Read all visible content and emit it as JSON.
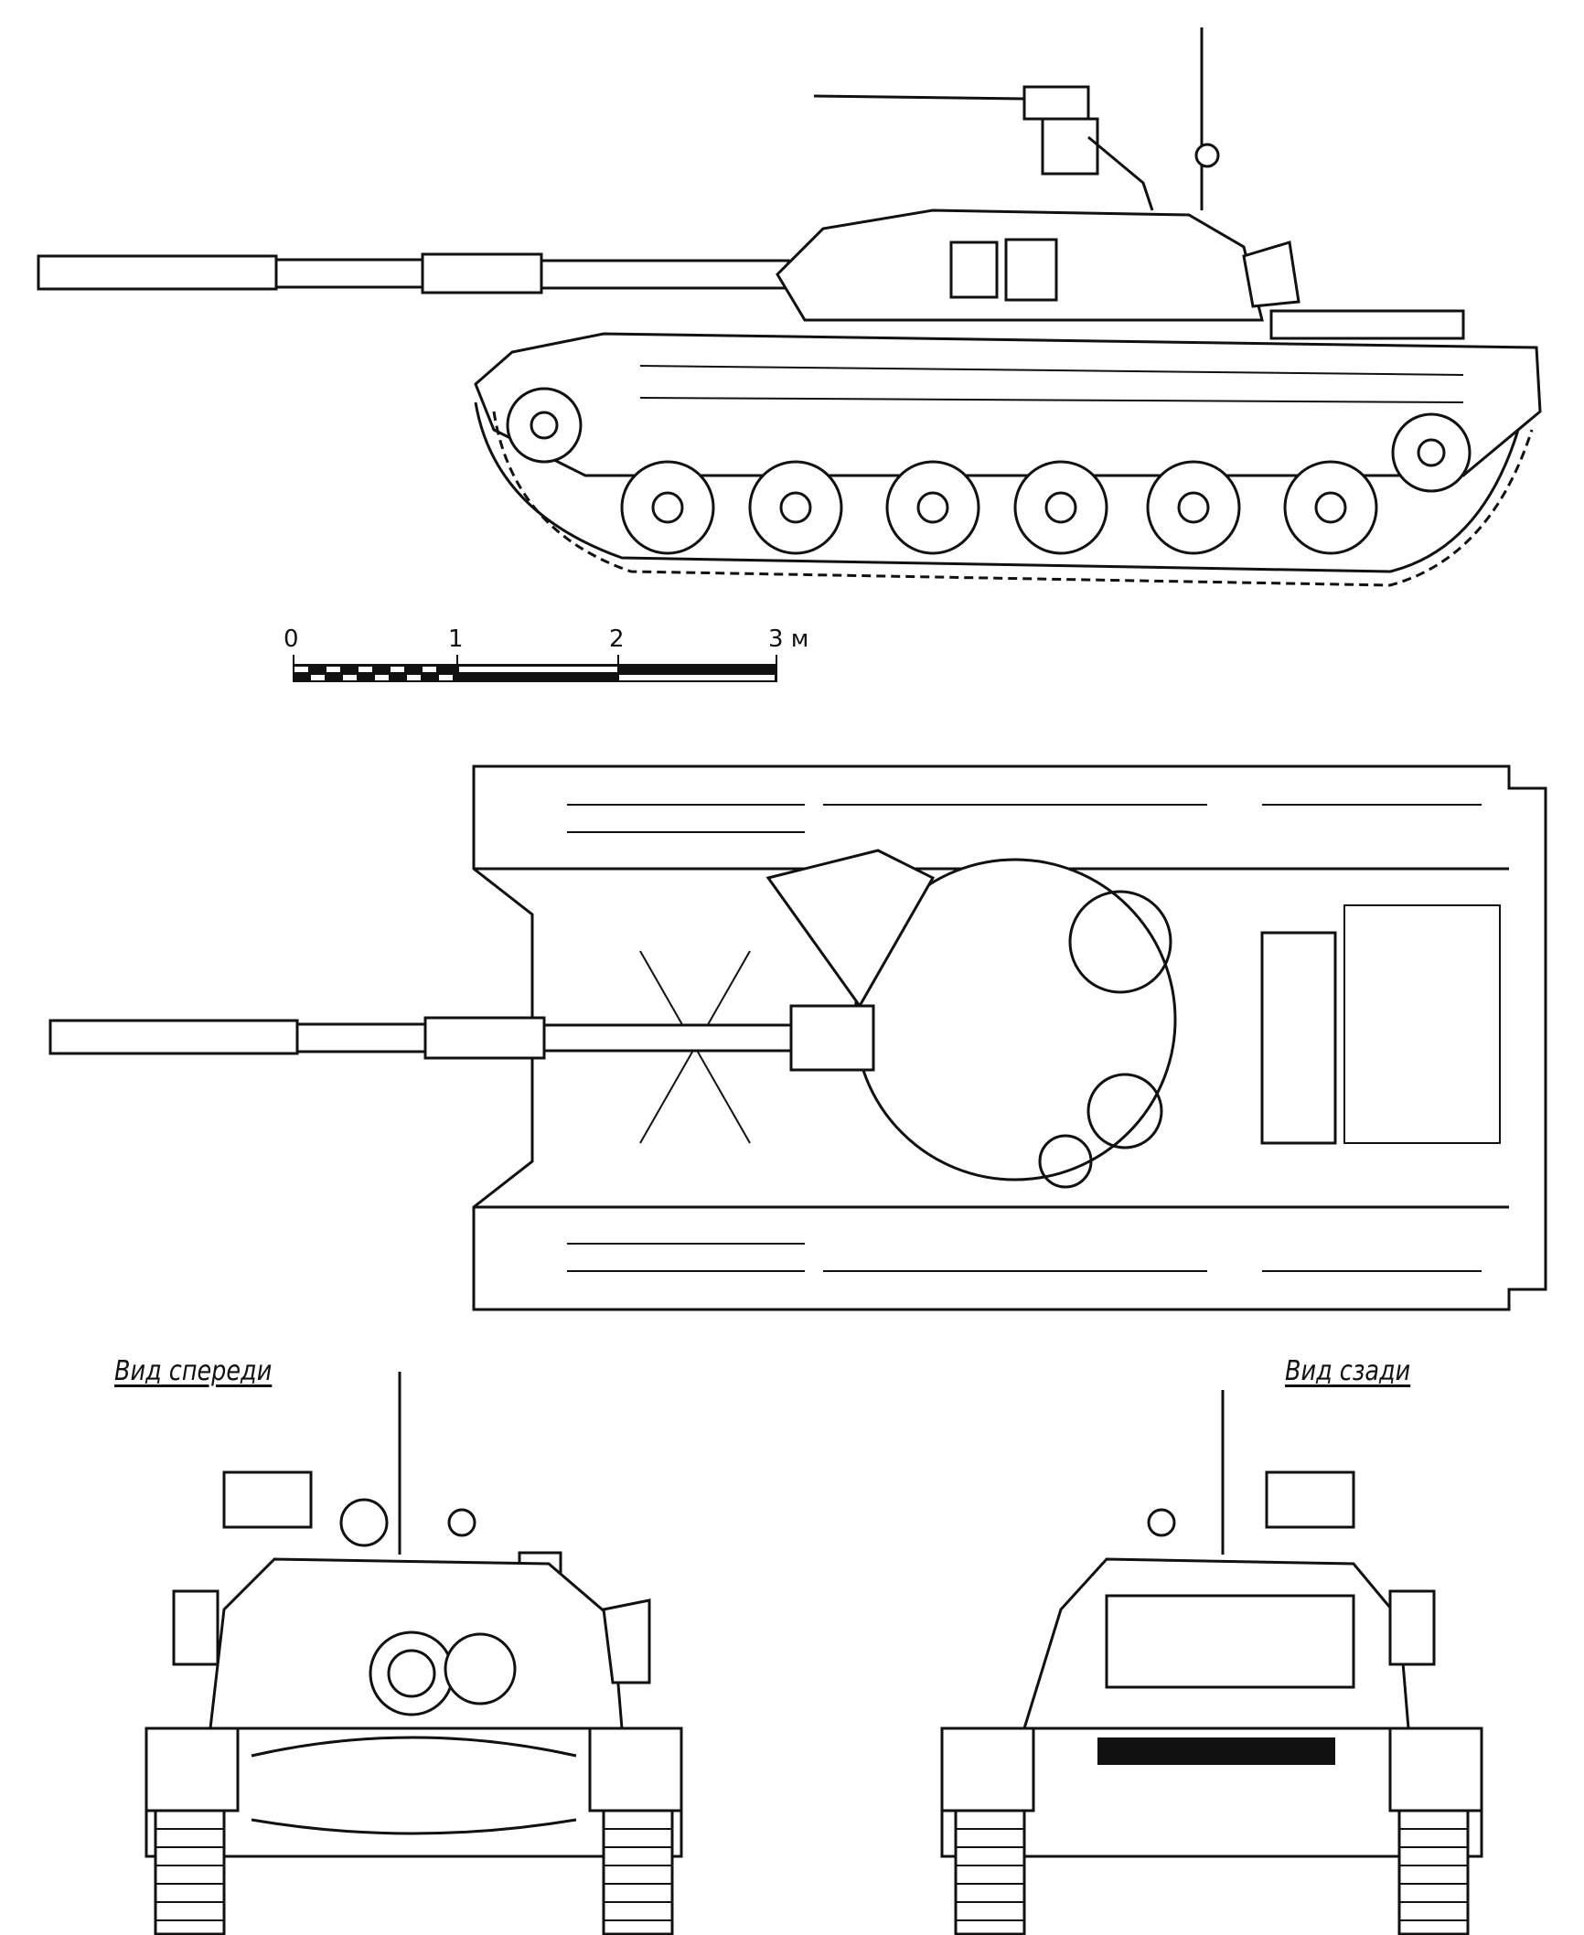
{
  "scale_bar": {
    "ticks": [
      "0",
      "1",
      "2"
    ],
    "end_label": "3 м"
  },
  "views": {
    "front_label": "Вид спереди",
    "rear_label": "Вид сзади"
  }
}
